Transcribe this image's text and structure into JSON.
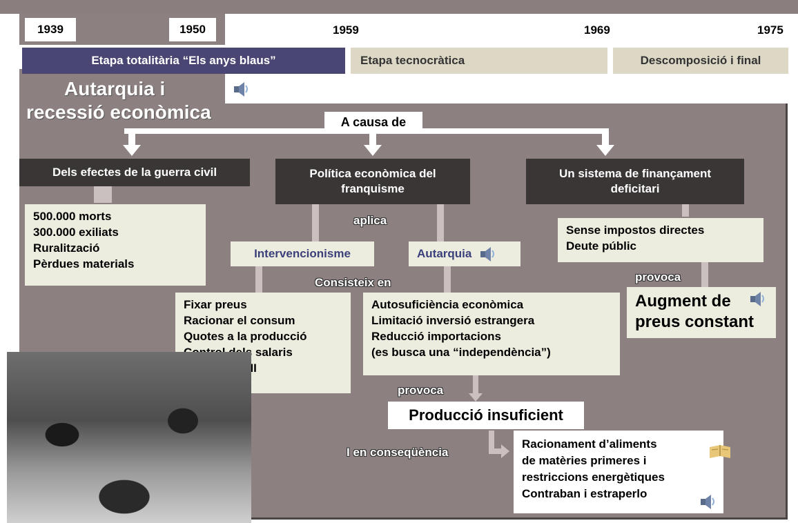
{
  "timeline": {
    "years": [
      "1939",
      "1950",
      "1959",
      "1969",
      "1975"
    ],
    "stages": [
      {
        "label": "Etapa totalitària “Els anys blaus”",
        "color": "#4a4673"
      },
      {
        "label": "Etapa tecnocràtica",
        "color": "#ddd8c6"
      },
      {
        "label": "Descomposició i final",
        "color": "#ddd8c6"
      }
    ]
  },
  "title": {
    "line1": "Autarquia i",
    "line2": "recessió econòmica"
  },
  "cause_label": "A causa de",
  "causes": {
    "war": "Dels efectes de la guerra civil",
    "policy": "Política econòmica del franquisme",
    "finance": "Un sistema de finançament deficitari"
  },
  "war_effects": [
    "500.000 morts",
    "300.000 exiliats",
    "Ruralització",
    "Pèrdues materials"
  ],
  "labels": {
    "aplica": "aplica",
    "consisteix": "Consisteix en",
    "provoca_1": "provoca",
    "provoca_2": "provoca",
    "consequencia": "I en conseqüència"
  },
  "policy_types": {
    "intervencionisme": "Intervencionisme",
    "autarquia": "Autarquia"
  },
  "intervention_items": [
    "Fixar preus",
    "Racionar el consum",
    "Quotes a la producció",
    "Control dels salaris",
    "Es crea el INI"
  ],
  "autarky_items": [
    "Autosuficiència econòmica",
    "Limitació inversió estrangera",
    "Reducció importacions",
    "(es busca una “independència”)"
  ],
  "finance_items": [
    "Sense impostos directes",
    "Deute públic"
  ],
  "price_result": "Augment de preus constant",
  "production_result": "Producció insuficient",
  "consequences": [
    "Racionament d’aliments",
    "de matèries primeres i",
    "restriccions energètiques",
    "Contraban i estraperlo"
  ],
  "icons": [
    "speaker-icon",
    "book-icon"
  ]
}
